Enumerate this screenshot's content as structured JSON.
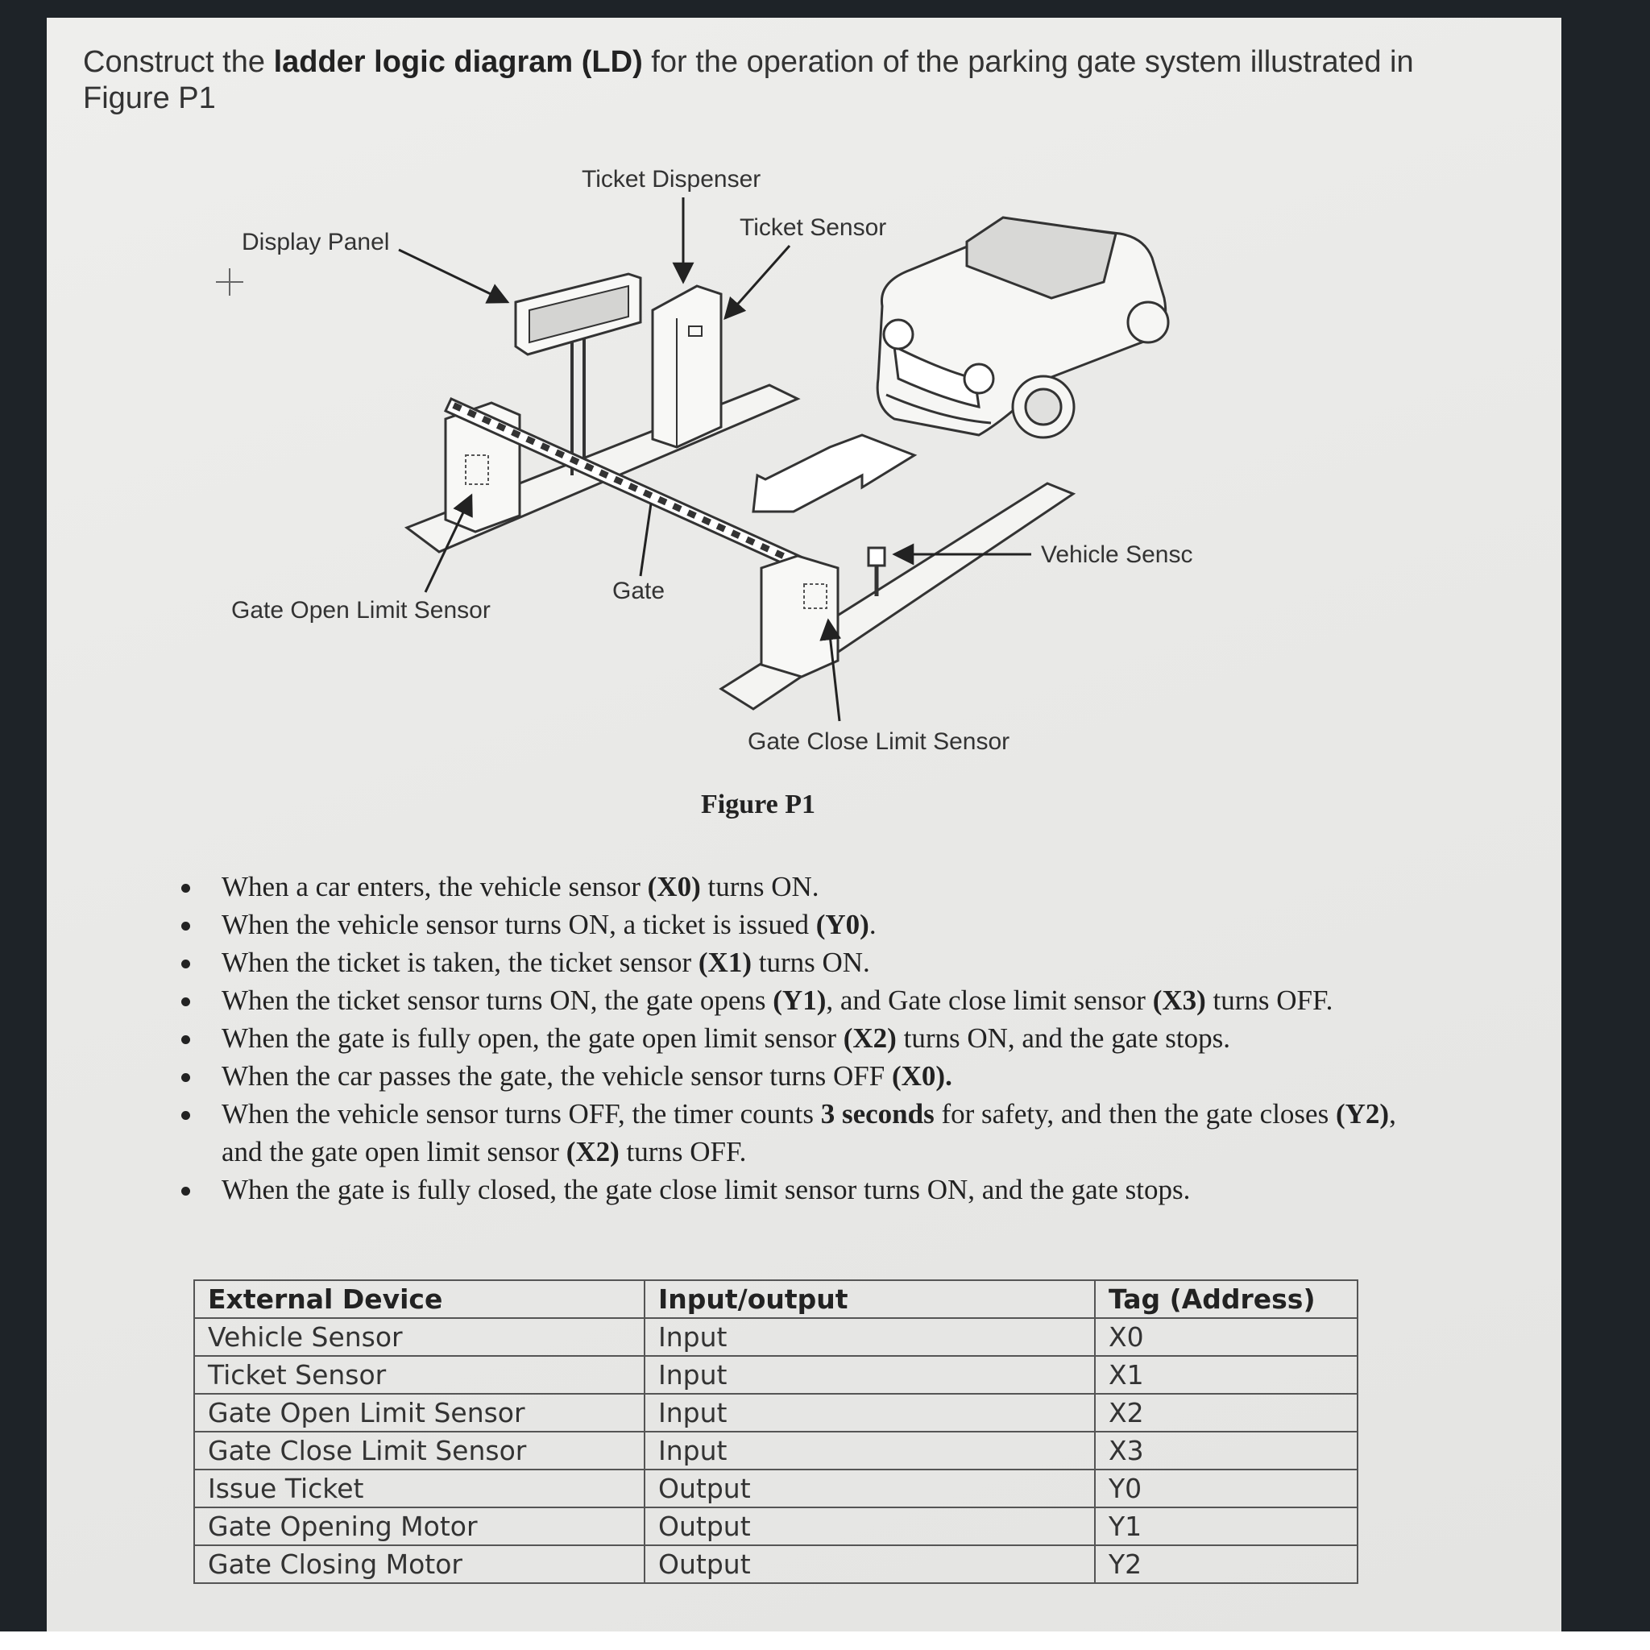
{
  "question": {
    "prefix": "Construct the ",
    "bold": "ladder logic diagram (LD)",
    "suffix": " for the operation of the parking gate system illustrated in Figure P1"
  },
  "figure": {
    "labels": {
      "ticket_dispenser": "Ticket Dispenser",
      "ticket_sensor": "Ticket Sensor",
      "display_panel": "Display Panel",
      "vehicle_sensor": "Vehicle Sensc",
      "gate": "Gate",
      "gate_open_limit_sensor": "Gate Open Limit Sensor",
      "gate_close_limit_sensor": "Gate Close Limit Sensor"
    },
    "caption": "Figure P1"
  },
  "bullets": [
    [
      {
        "t": "When a car enters, the vehicle sensor "
      },
      {
        "t": "(X0)",
        "b": true
      },
      {
        "t": " turns ON."
      }
    ],
    [
      {
        "t": "When the vehicle sensor turns ON, a ticket is issued "
      },
      {
        "t": "(Y0)",
        "b": true
      },
      {
        "t": "."
      }
    ],
    [
      {
        "t": "When the ticket is taken, the ticket sensor "
      },
      {
        "t": "(X1)",
        "b": true
      },
      {
        "t": " turns ON."
      }
    ],
    [
      {
        "t": "When the ticket sensor turns ON, the gate opens "
      },
      {
        "t": "(Y1)",
        "b": true
      },
      {
        "t": ", and Gate close limit sensor "
      },
      {
        "t": "(X3)",
        "b": true
      },
      {
        "t": " turns OFF."
      }
    ],
    [
      {
        "t": "When the gate is fully open, the gate open limit sensor "
      },
      {
        "t": "(X2)",
        "b": true
      },
      {
        "t": " turns ON, and the gate stops."
      }
    ],
    [
      {
        "t": "When the car passes the gate, the vehicle sensor turns OFF "
      },
      {
        "t": "(X0).",
        "b": true
      }
    ],
    [
      {
        "t": "When the vehicle sensor turns OFF, the timer counts "
      },
      {
        "t": "3 seconds",
        "b": true
      },
      {
        "t": " for safety, and then the gate closes "
      },
      {
        "t": "(Y2)",
        "b": true
      },
      {
        "t": ", and the gate open limit sensor "
      },
      {
        "t": "(X2)",
        "b": true
      },
      {
        "t": " turns OFF."
      }
    ],
    [
      {
        "t": "When the gate is fully closed, the gate close limit sensor turns ON, and the gate stops."
      }
    ]
  ],
  "table": {
    "headers": [
      "External Device",
      "Input/output",
      "Tag (Address)"
    ],
    "rows": [
      [
        "Vehicle Sensor",
        "Input",
        "X0"
      ],
      [
        "Ticket Sensor",
        "Input",
        "X1"
      ],
      [
        "Gate Open Limit Sensor",
        "Input",
        "X2"
      ],
      [
        "Gate Close Limit Sensor",
        "Input",
        "X3"
      ],
      [
        "Issue Ticket",
        "Output",
        "Y0"
      ],
      [
        "Gate Opening Motor",
        "Output",
        "Y1"
      ],
      [
        "Gate Closing Motor",
        "Output",
        "Y2"
      ]
    ]
  }
}
